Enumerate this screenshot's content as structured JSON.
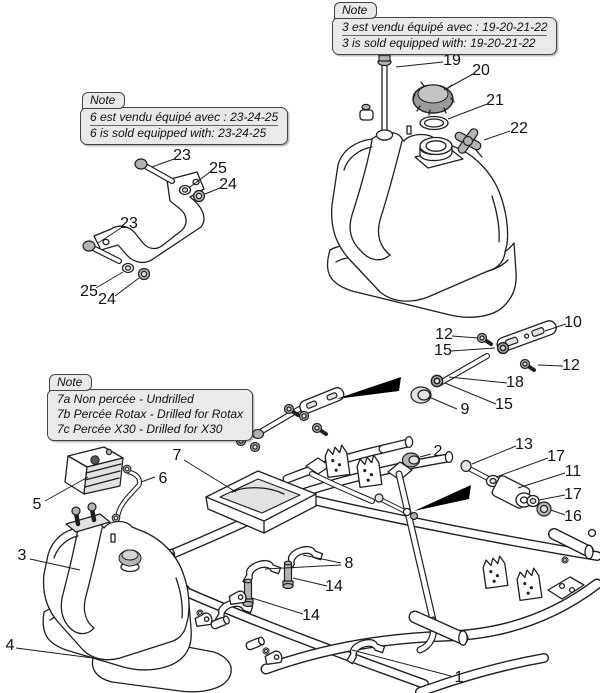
{
  "notes": [
    {
      "tab": "Note",
      "lines": [
        "3 est vendu équipé avec : 19-20-21-22",
        "3 is sold equipped with: 19-20-21-22"
      ]
    },
    {
      "tab": "Note",
      "lines": [
        "6 est vendu équipé avec : 23-24-25",
        "6 is sold equipped with: 23-24-25"
      ]
    },
    {
      "tab": "Note",
      "lines": [
        "7a Non percée - Undrilled",
        "7b Percée Rotax - Drilled for Rotax",
        "7c Percée X30 - Drilled for X30"
      ]
    }
  ],
  "callouts": [
    {
      "label": "19"
    },
    {
      "label": "20"
    },
    {
      "label": "21"
    },
    {
      "label": "22"
    },
    {
      "label": "23"
    },
    {
      "label": "25"
    },
    {
      "label": "24"
    },
    {
      "label": "23"
    },
    {
      "label": "25"
    },
    {
      "label": "24"
    },
    {
      "label": "10"
    },
    {
      "label": "12"
    },
    {
      "label": "15"
    },
    {
      "label": "12"
    },
    {
      "label": "18"
    },
    {
      "label": "15"
    },
    {
      "label": "9"
    },
    {
      "label": "2"
    },
    {
      "label": "13"
    },
    {
      "label": "17"
    },
    {
      "label": "11"
    },
    {
      "label": "17"
    },
    {
      "label": "16"
    },
    {
      "label": "7"
    },
    {
      "label": "6"
    },
    {
      "label": "5"
    },
    {
      "label": "3"
    },
    {
      "label": "8"
    },
    {
      "label": "14"
    },
    {
      "label": "14"
    },
    {
      "label": "4"
    },
    {
      "label": "1"
    }
  ],
  "colors": {
    "background": "#ffffff",
    "line_art": "#1f1f1f",
    "note_fill": "#e9e9e9",
    "note_border": "#444444",
    "metal_gray": "#b3b3b3",
    "cap_gray": "#9a9a9a",
    "arrow_black": "#000000"
  }
}
